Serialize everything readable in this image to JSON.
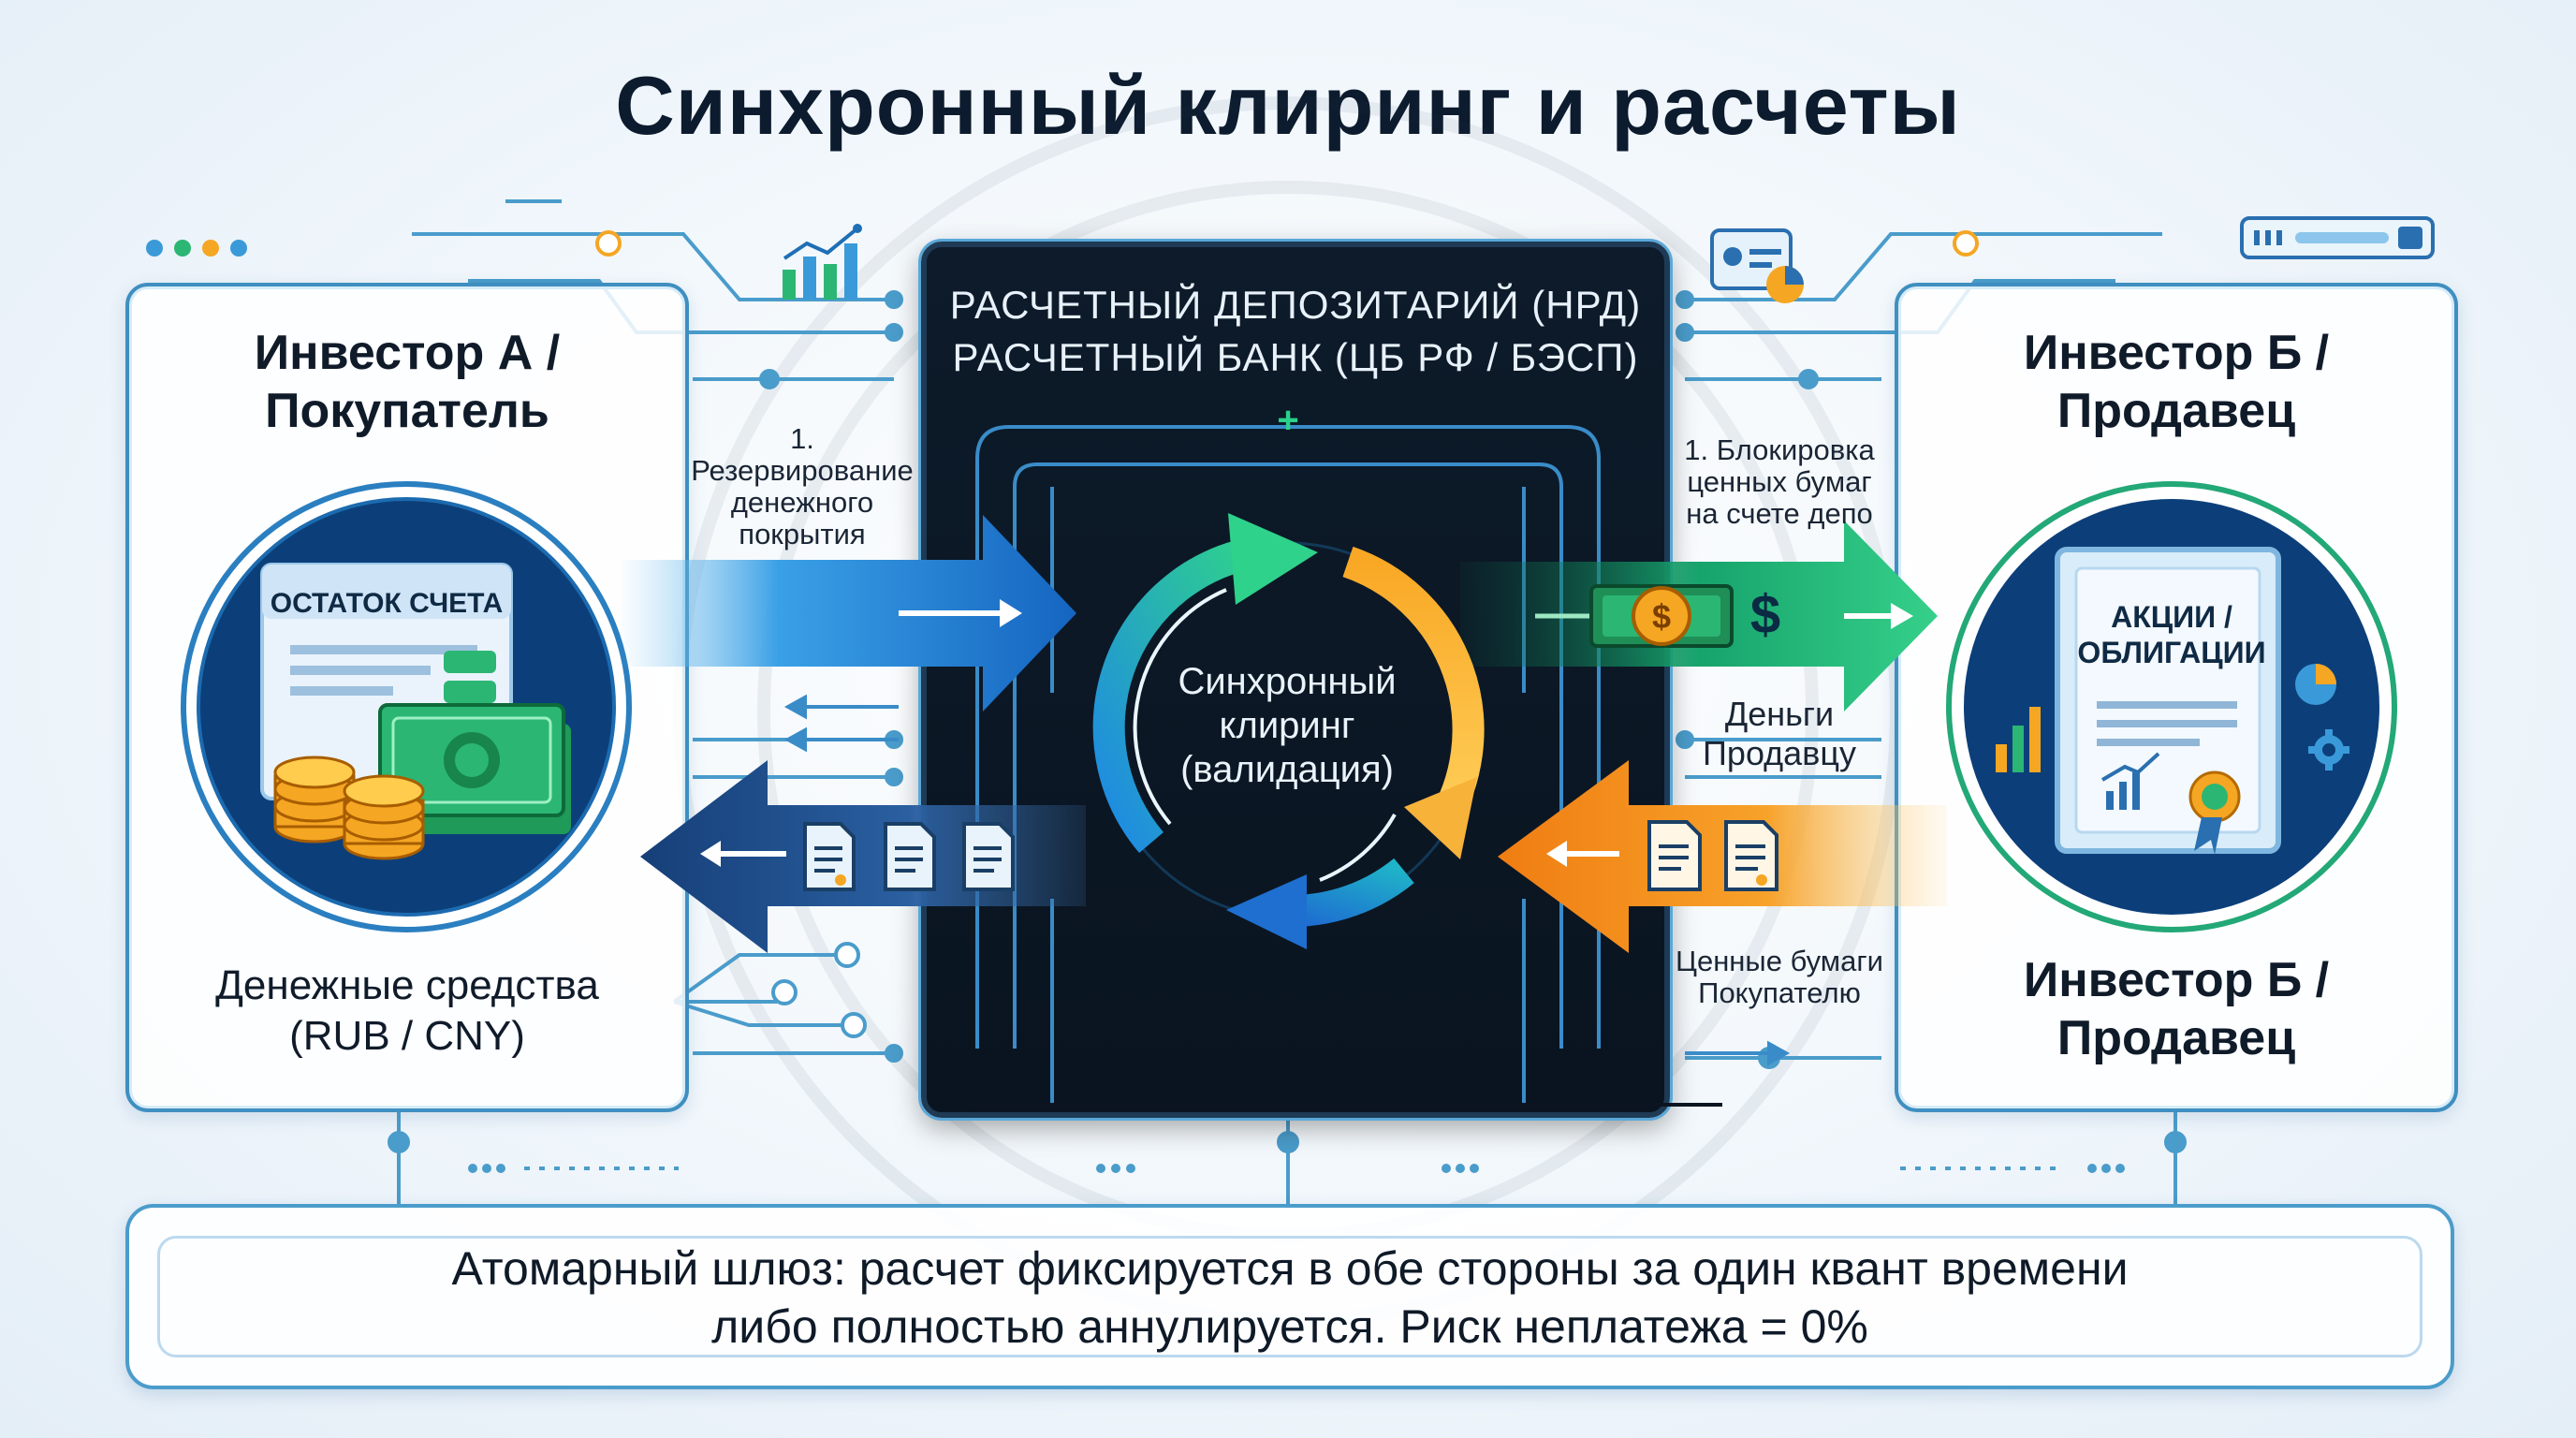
{
  "title": "Синхронный клиринг и расчеты",
  "left_panel": {
    "title_line1": "Инвестор А /",
    "title_line2": "Покупатель",
    "account_label": "ОСТАТОК СЧЕТА",
    "caption_line1": "Денежные средства",
    "caption_line2": "(RUB / CNY)"
  },
  "right_panel": {
    "title_line1": "Инвестор Б /",
    "title_line2": "Продавец",
    "cert_line1": "АКЦИИ /",
    "cert_line2": "ОБЛИГАЦИИ",
    "caption_line1": "Инвестор Б /",
    "caption_line2": "Продавец"
  },
  "center": {
    "title_line1": "РАСЧЕТНЫЙ ДЕПОЗИТАРИЙ (НРД)",
    "title_line2": "РАСЧЕТНЫЙ БАНК (ЦБ РФ / БЭСП)",
    "cycle_line1": "Синхронный",
    "cycle_line2": "клиринг",
    "cycle_line3": "(валидация)"
  },
  "flows": {
    "left_top_line1": "1.",
    "left_top_line2": "Резервирование",
    "left_top_line3": "денежного",
    "left_top_line4": "покрытия",
    "right_top_line1": "1. Блокировка",
    "right_top_line2": "ценных бумаг",
    "right_top_line3": "на счете депо",
    "money_line1": "Деньги",
    "money_line2": "Продавцу",
    "securities_line1": "Ценные бумаги",
    "securities_line2": "Покупателю"
  },
  "footer": {
    "line1": "Атомарный шлюз: расчет фиксируется в обе стороны за один квант времени",
    "line2": "либо полностью аннулируется. Риск неплатежа = 0%"
  },
  "colors": {
    "blue_flow": "#1e7fd0",
    "green_flow": "#22b573",
    "orange_flow": "#f39a1e",
    "navy": "#0d1b2a",
    "accent": "#3f8fc0"
  },
  "icons": [
    "window-dots-icon",
    "bar-chart-icon",
    "dashboard-icon",
    "browser-bar-icon",
    "money-icon",
    "coin-stack-icon",
    "document-icon",
    "certificate-icon",
    "gear-icon",
    "pie-chart-icon",
    "dollar-sign-icon"
  ]
}
